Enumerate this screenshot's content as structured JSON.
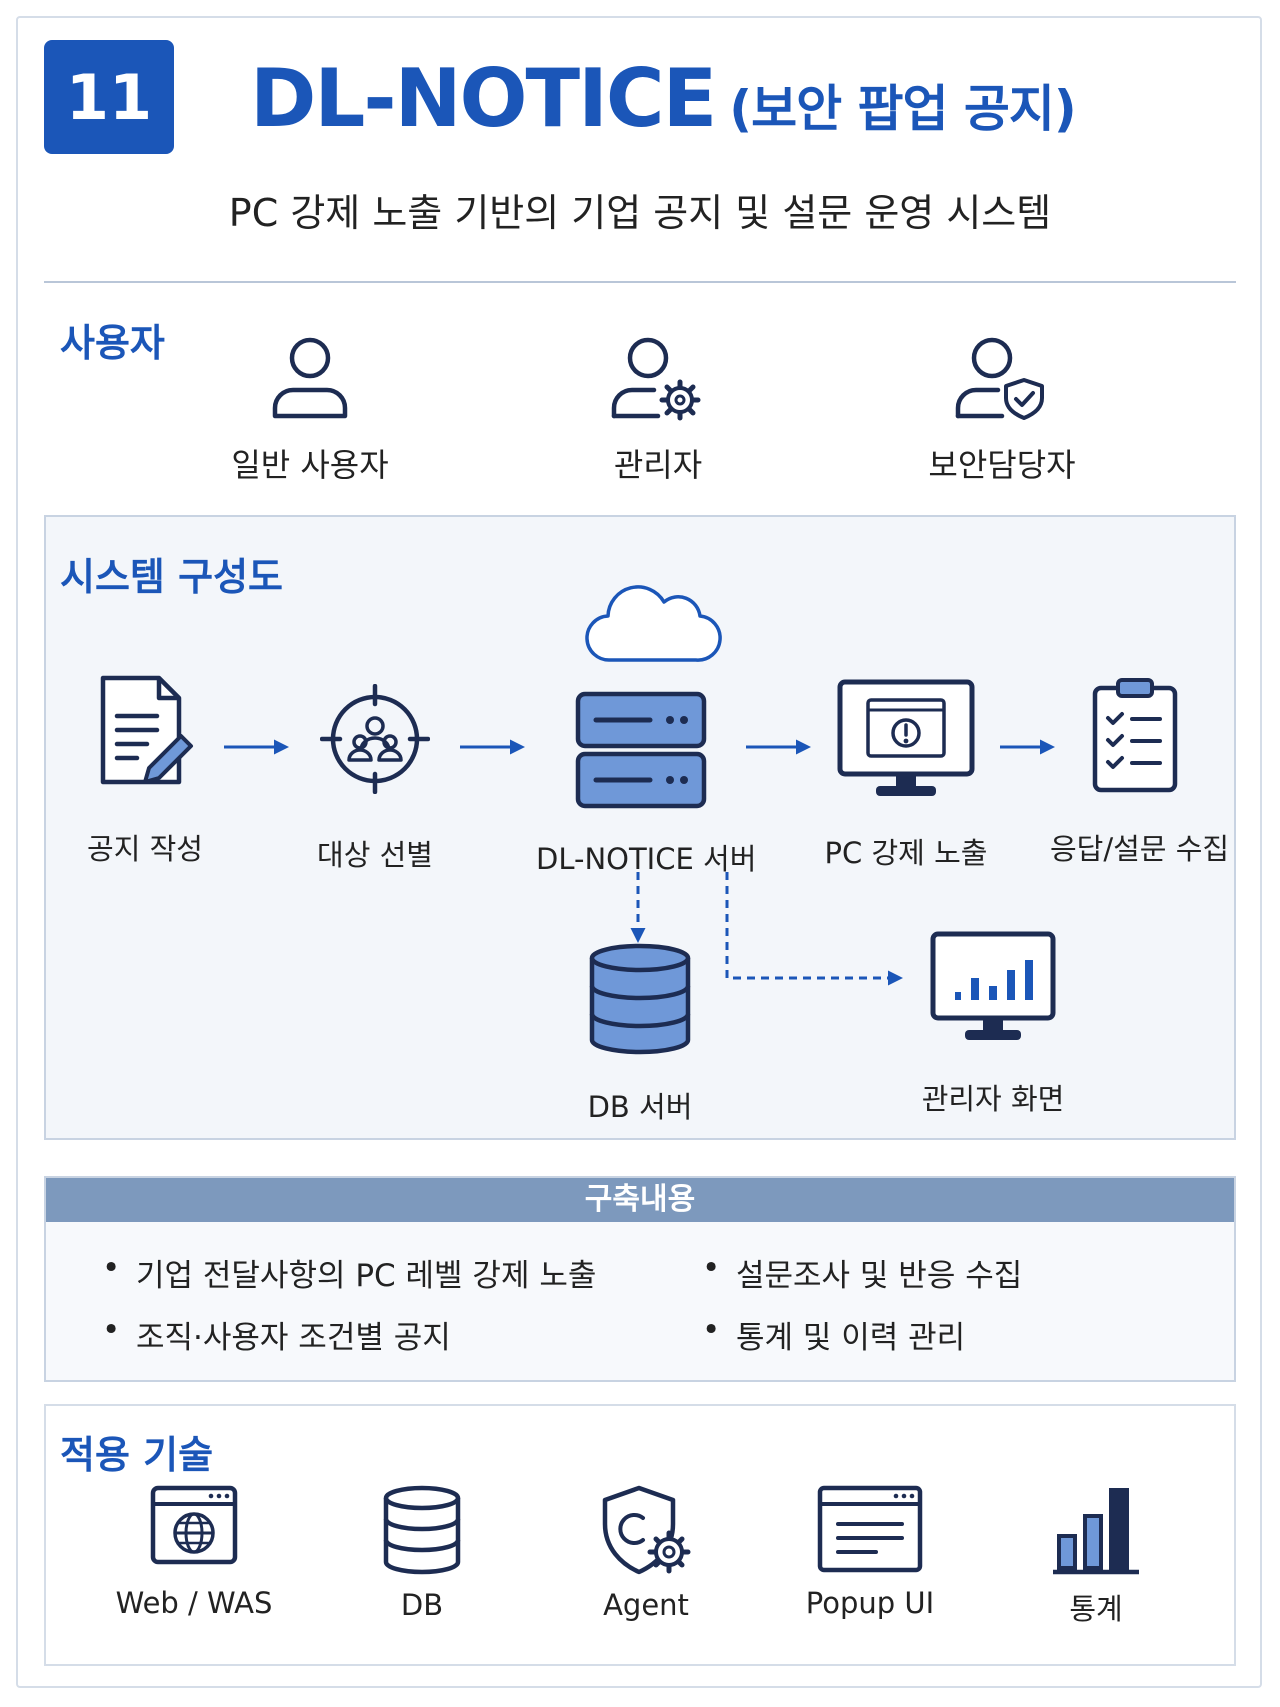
{
  "header": {
    "number": "11",
    "title": "DL-NOTICE",
    "title_suffix": "(보안 팝업 공지)",
    "subtitle": "PC 강제 노출 기반의 기업 공지 및 설문 운영 시스템"
  },
  "users": {
    "title": "사용자",
    "items": [
      {
        "label": "일반 사용자",
        "icon": "user-icon"
      },
      {
        "label": "관리자",
        "icon": "user-gear-icon"
      },
      {
        "label": "보안담당자",
        "icon": "user-shield-icon"
      }
    ]
  },
  "system": {
    "title": "시스템 구성도",
    "flow": [
      {
        "label": "공지 작성",
        "icon": "document-edit-icon"
      },
      {
        "label": "대상 선별",
        "icon": "target-group-icon"
      },
      {
        "label": "DL-NOTICE 서버",
        "icon": "server-icon"
      },
      {
        "label": "PC 강제 노출",
        "icon": "monitor-alert-icon"
      },
      {
        "label": "응답/설문 수집",
        "icon": "clipboard-check-icon"
      }
    ],
    "db": {
      "label": "DB 서버",
      "icon": "database-icon"
    },
    "admin_screen": {
      "label": "관리자 화면",
      "icon": "monitor-chart-icon"
    },
    "cloud_icon": "cloud-icon"
  },
  "build": {
    "title": "구축내용",
    "items": [
      "기업 전달사항의 PC 레벨 강제 노출",
      "설문조사 및 반응 수집",
      "조직·사용자 조건별 공지",
      "통계 및 이력 관리"
    ]
  },
  "tech": {
    "title": "적용 기술",
    "items": [
      {
        "label": "Web / WAS",
        "icon": "browser-globe-icon"
      },
      {
        "label": "DB",
        "icon": "database-icon"
      },
      {
        "label": "Agent",
        "icon": "shield-gear-icon"
      },
      {
        "label": "Popup UI",
        "icon": "popup-window-icon"
      },
      {
        "label": "통계",
        "icon": "bar-chart-icon"
      }
    ]
  },
  "colors": {
    "primary": "#1b56b8",
    "navy": "#1d2c52",
    "light_blue": "#6f98d8",
    "header_bar": "#7d99bd"
  }
}
